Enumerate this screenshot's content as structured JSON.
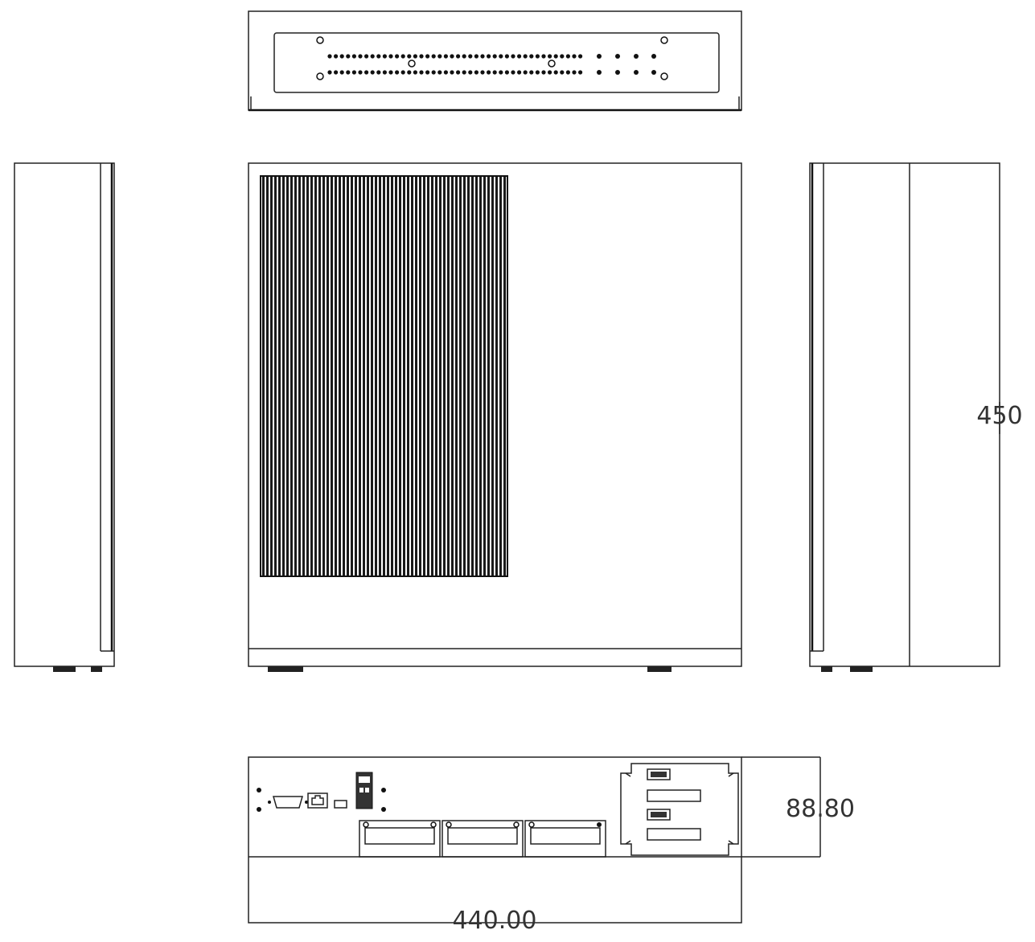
{
  "dimensions": {
    "height": "450",
    "depth": "88.80",
    "width": "440.00"
  }
}
